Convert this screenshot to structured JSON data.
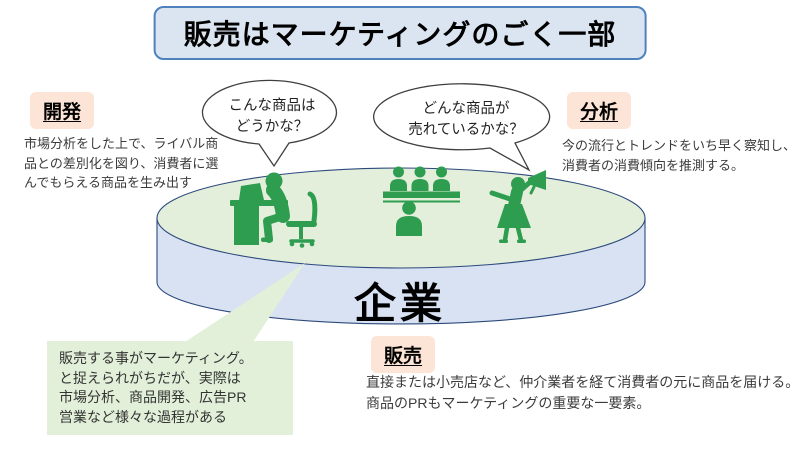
{
  "title": "販売はマーケティングのごく一部",
  "colors": {
    "title_bg": "#dbe5f1",
    "title_border": "#4f81bd",
    "label_bg": "#fce4d6",
    "cylinder_top": "#e3efdb",
    "cylinder_side": "#d9e2f3",
    "cylinder_border": "#2c4a7c",
    "figure_green": "#2f9d4f",
    "callout_bg": "#e2efd9"
  },
  "cylinder": {
    "label": "企業"
  },
  "speech_bubbles": {
    "left": {
      "text": "こんな商品は\nどうかな？"
    },
    "right": {
      "text": "どんな商品が\n売れているかな？"
    }
  },
  "sections": {
    "development": {
      "label": "開発",
      "body": "市場分析をした上で、ライバル商\n品との差別化を図り、消費者に選\nんでもらえる商品を生み出す"
    },
    "analysis": {
      "label": "分析",
      "body": "今の流行とトレンドをいち早く察知し、\n消費者の消費傾向を推測する。"
    },
    "sales": {
      "label": "販売",
      "body": "直接または小売店など、仲介業者を経て消費者の元に商品を届ける。\n商品のPRもマーケティングの重要な一要素。"
    }
  },
  "callout": {
    "text": "販売する事がマーケティング。\nと捉えられがちだが、実際は\n市場分析、商品開発、広告PR\n営業など様々な過程がある"
  },
  "icons": {
    "desk_worker": "desk-worker-icon",
    "meeting": "meeting-icon",
    "promotion": "megaphone-promoter-icon"
  }
}
